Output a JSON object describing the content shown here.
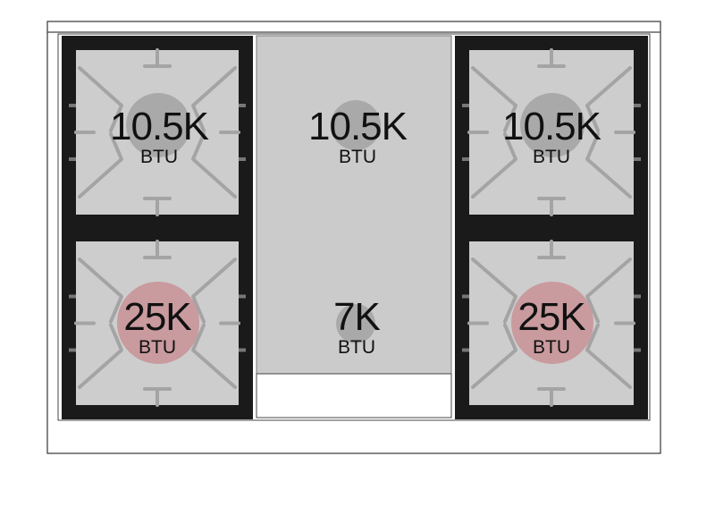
{
  "diagram": {
    "colors": {
      "outline": "#444444",
      "grate": "#1a1a1a",
      "surface": "#cdcdcd",
      "griddle": "#cbcbcb",
      "burner_cap": "#a9a9a9",
      "power_burner_cap": "#c99a9e",
      "grate_arm": "#a4a4a4",
      "panel": "#ffffff"
    },
    "burners": [
      {
        "id": "left-rear",
        "rating": "10.5K",
        "unit": "BTU",
        "power": false
      },
      {
        "id": "center-rear",
        "rating": "10.5K",
        "unit": "BTU",
        "power": false
      },
      {
        "id": "right-rear",
        "rating": "10.5K",
        "unit": "BTU",
        "power": false
      },
      {
        "id": "left-front",
        "rating": "25K",
        "unit": "BTU",
        "power": true
      },
      {
        "id": "center-front",
        "rating": "7K",
        "unit": "BTU",
        "power": false
      },
      {
        "id": "right-front",
        "rating": "25K",
        "unit": "BTU",
        "power": true
      }
    ]
  }
}
